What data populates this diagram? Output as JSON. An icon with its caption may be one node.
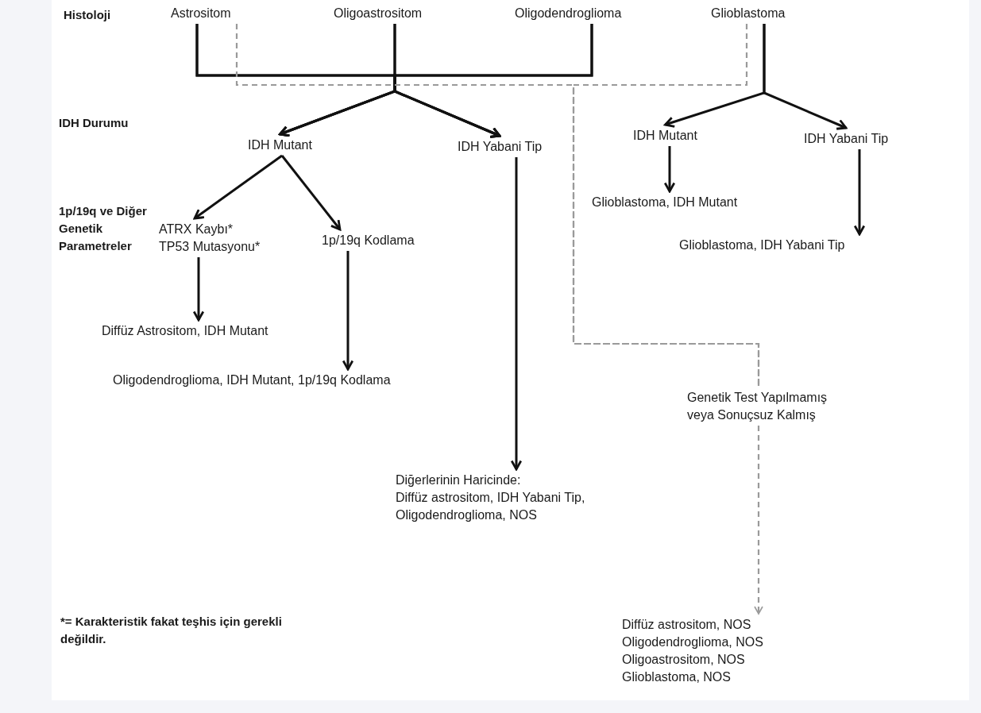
{
  "diagram": {
    "nodes": [
      {
        "text": [
          "Astrositom"
        ]
      },
      {
        "text": [
          "Oligoastrositom"
        ]
      },
      {
        "text": [
          "Oligodendroglioma"
        ]
      },
      {
        "text": [
          "Glioblastoma"
        ]
      },
      {
        "text": [
          "IDH Mutant"
        ]
      },
      {
        "text": [
          "IDH Yabani Tip"
        ]
      },
      {
        "text": [
          "IDH Mutant"
        ]
      },
      {
        "text": [
          "IDH Yabani Tip"
        ]
      },
      {
        "text": [
          "ATRX Kaybı* TP53 Mutasyonu*"
        ]
      },
      {
        "text": [
          "1p/19q Kodlama"
        ]
      },
      {
        "text": [
          "Glioblastoma, IDH Mutant"
        ]
      },
      {
        "text": [
          "Glioblastoma, IDH Yabani Tip"
        ]
      },
      {
        "text": [
          "Diffüz Astrositom, IDH Mutant"
        ]
      },
      {
        "text": [
          "Oligodendroglioma, IDH Mutant, 1p/19q Kodlama"
        ]
      },
      {
        "text": [
          "Genetik Test Yapılmamış veya Sonuçsuz Kalmış"
        ]
      },
      {
        "text": [
          "Diğerlerinin Haricinde:",
          "Diffüz astrositom, IDH Yabani Tip, Oligodendroglioma, NOS"
        ]
      },
      {
        "text": [
          "Diffüz astrositom, NOS",
          "Oligodendroglioma, NOS",
          "Oligoastrositom, NOS",
          "Glioblastoma, NOS"
        ]
      }
    ],
    "edges": [
      {
        "from": 0,
        "to": 4,
        "arrow": "to"
      },
      {
        "from": 0,
        "to": 5,
        "arrow": "to"
      },
      {
        "from": 1,
        "to": 4,
        "arrow": "to"
      },
      {
        "from": 1,
        "to": 5,
        "arrow": "to"
      },
      {
        "from": 2,
        "to": 4,
        "arrow": "to"
      },
      {
        "from": 2,
        "to": 5,
        "arrow": "to"
      },
      {
        "from": 3,
        "to": 6,
        "arrow": "to"
      },
      {
        "from": 3,
        "to": 7,
        "arrow": "to"
      },
      {
        "from": 4,
        "to": 8,
        "arrow": "to"
      },
      {
        "from": 4,
        "to": 9,
        "arrow": "to"
      },
      {
        "from": 5,
        "to": 15,
        "arrow": "to"
      },
      {
        "from": 6,
        "to": 10,
        "arrow": "to"
      },
      {
        "from": 7,
        "to": 11,
        "arrow": "to"
      },
      {
        "from": 8,
        "to": 12,
        "arrow": "to"
      },
      {
        "from": 9,
        "to": 13,
        "arrow": "to"
      },
      {
        "from": 0,
        "to": 14,
        "arrow": "none",
        "style": "dashed",
        "color": "#9a9a9a"
      },
      {
        "from": 3,
        "to": 14,
        "arrow": "none",
        "style": "dashed",
        "color": "#9a9a9a"
      },
      {
        "from": 14,
        "to": 16,
        "arrow": "to",
        "style": "dashed",
        "color": "#9a9a9a"
      }
    ],
    "labels": [
      "Histoloji",
      "IDH Durumu",
      "1p/19q ve Diğer Genetik Parametreler",
      "*= Karakteristik fakat teşhis için gerekli değildir."
    ]
  }
}
